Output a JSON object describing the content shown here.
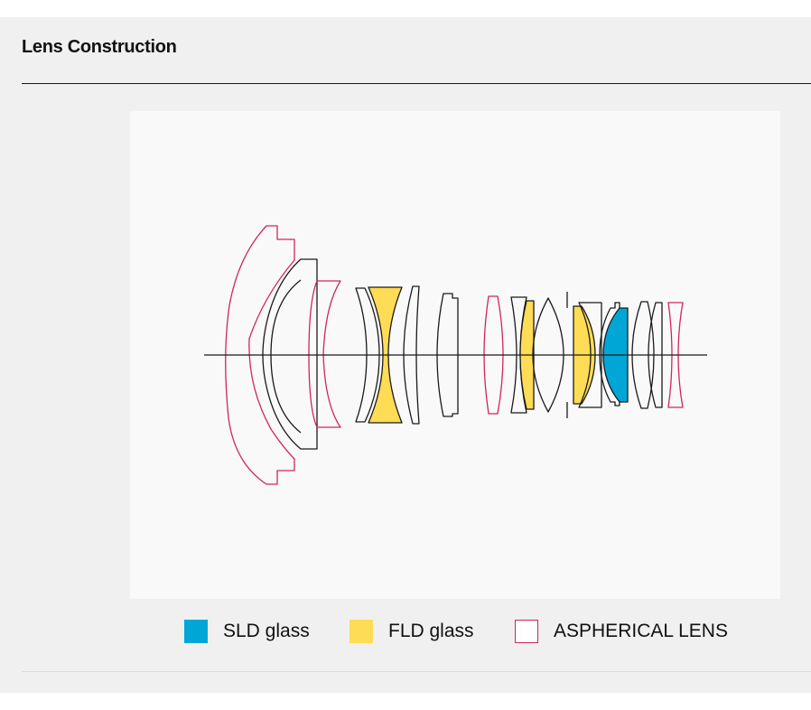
{
  "section": {
    "title": "Lens Construction"
  },
  "colors": {
    "sld": "#00a7d6",
    "fld": "#ffdc55",
    "aspherical_outline": "#d1245f",
    "standard_outline": "#1a1a1a",
    "panel_background": "#f0f0f0",
    "diagram_background": "#f9f9f9"
  },
  "legend": [
    {
      "key": "sld",
      "label": "SLD glass",
      "swatch": "filled",
      "color": "#00a7d6"
    },
    {
      "key": "fld",
      "label": "FLD glass",
      "swatch": "filled",
      "color": "#ffdc55"
    },
    {
      "key": "aspherical",
      "label": "ASPHERICAL LENS",
      "swatch": "outline",
      "color": "#d1245f"
    }
  ]
}
